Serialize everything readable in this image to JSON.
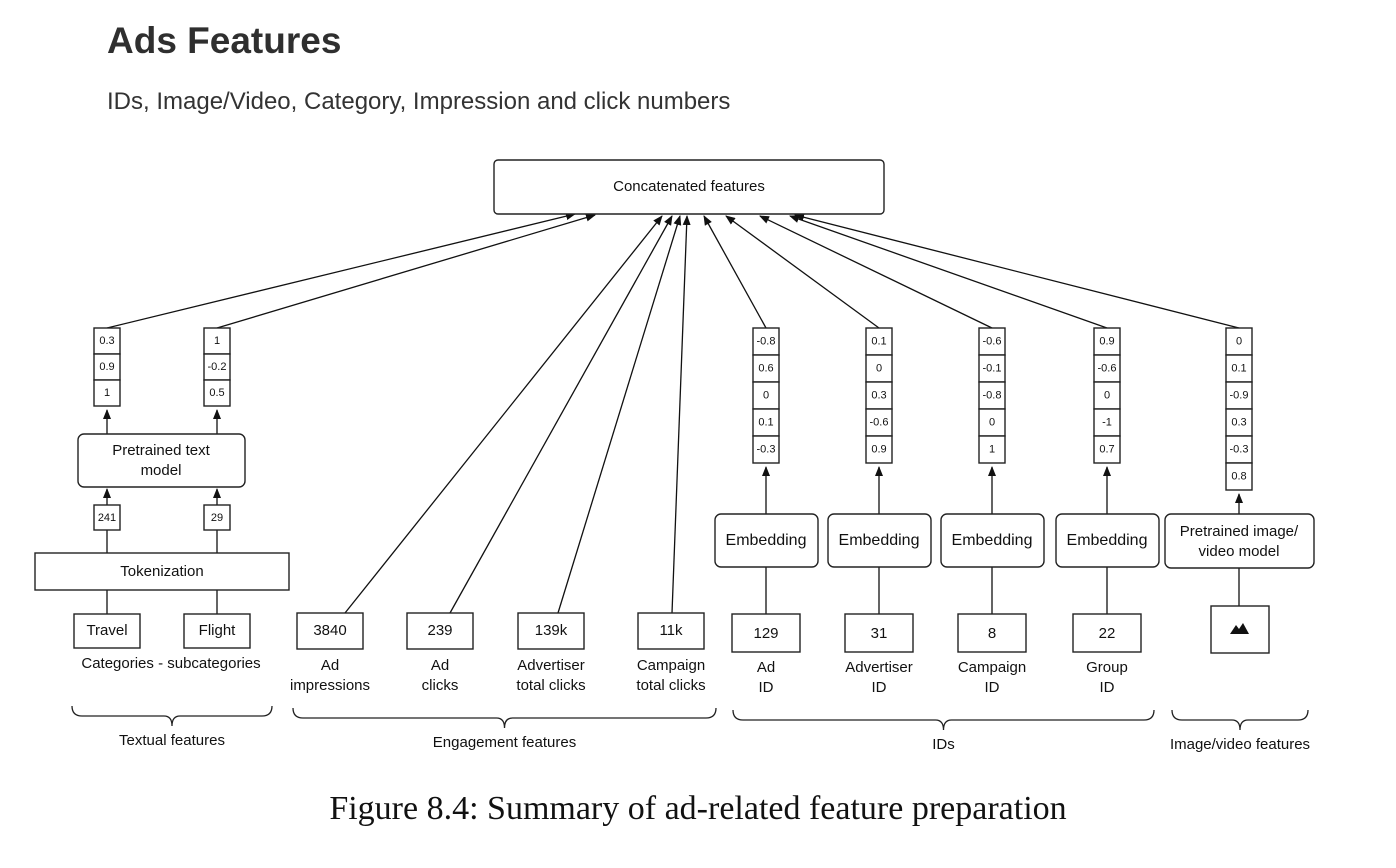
{
  "page": {
    "title": "Ads Features",
    "subtitle": "IDs, Image/Video, Category, Impression and click numbers",
    "caption": "Figure 8.4: Summary of ad-related feature preparation"
  },
  "diagram": {
    "top_label": "Concatenated features",
    "text_vectors": [
      [
        "0.3",
        "0.9",
        "1"
      ],
      [
        "1",
        "-0.2",
        "0.5"
      ]
    ],
    "text_model_label": "Pretrained text model",
    "token_ids": [
      "241",
      "29"
    ],
    "tokenization_label": "Tokenization",
    "categories": [
      "Travel",
      "Flight"
    ],
    "categories_label": "Categories - subcategories",
    "engagement_values": [
      "3840",
      "239",
      "139k",
      "11k"
    ],
    "engagement_labels": [
      [
        "Ad",
        "impressions"
      ],
      [
        "Ad",
        "clicks"
      ],
      [
        "Advertiser",
        "total clicks"
      ],
      [
        "Campaign",
        "total clicks"
      ]
    ],
    "id_vectors": [
      [
        "-0.8",
        "0.6",
        "0",
        "0.1",
        "-0.3"
      ],
      [
        "0.1",
        "0",
        "0.3",
        "-0.6",
        "0.9"
      ],
      [
        "-0.6",
        "-0.1",
        "-0.8",
        "0",
        "1"
      ],
      [
        "0.9",
        "-0.6",
        "0",
        "-1",
        "0.7"
      ]
    ],
    "embedding_label": "Embedding",
    "id_values": [
      "129",
      "31",
      "8",
      "22"
    ],
    "id_labels": [
      [
        "Ad",
        "ID"
      ],
      [
        "Advertiser",
        "ID"
      ],
      [
        "Campaign",
        "ID"
      ],
      [
        "Group",
        "ID"
      ]
    ],
    "image_vector": [
      "0",
      "0.1",
      "-0.9",
      "0.3",
      "-0.3",
      "0.8"
    ],
    "image_model_label": "Pretrained image/ video model",
    "image_icon": "image-icon",
    "group_labels": [
      "Textual features",
      "Engagement features",
      "IDs",
      "Image/video features"
    ]
  }
}
